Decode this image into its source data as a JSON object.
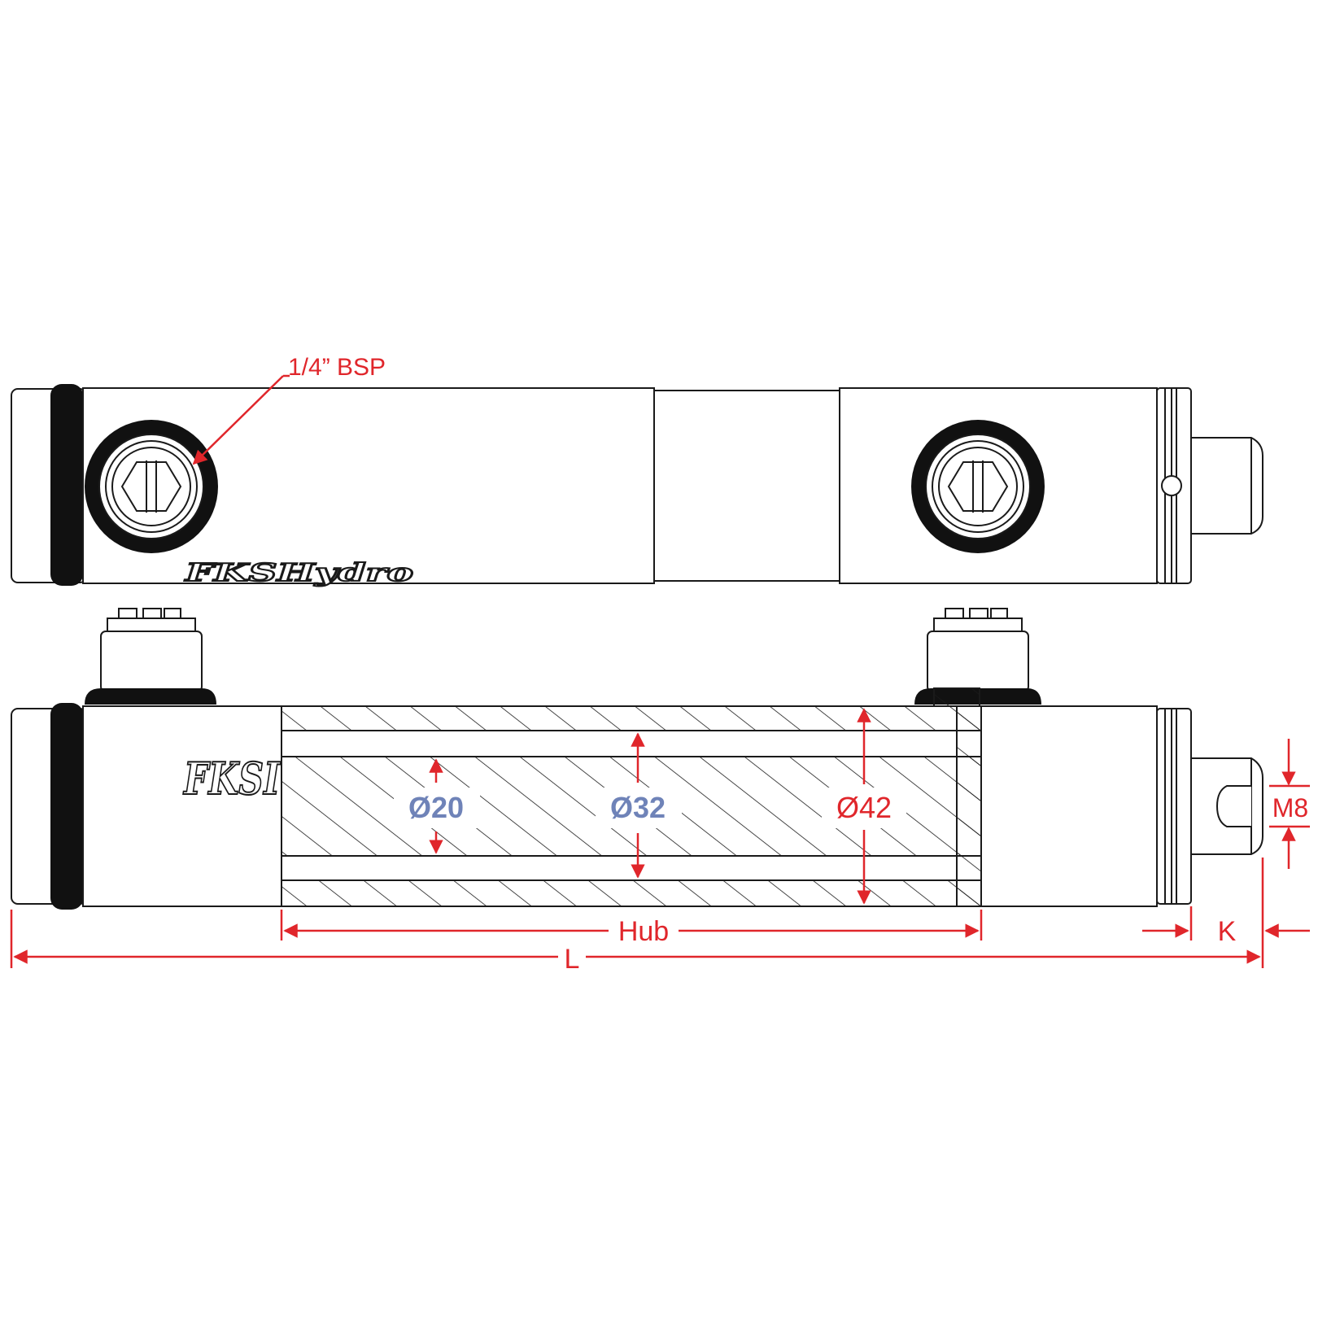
{
  "annotations": {
    "port": "1/4” BSP",
    "bore_rod": "Ø20",
    "bore_piston": "Ø32",
    "outer_diameter": "Ø42",
    "stroke": "Hub",
    "length": "L",
    "thread_length": "K",
    "thread": "M8"
  },
  "branding": {
    "logo_top": "FKSHydro",
    "logo_side": "FKSI"
  },
  "colors": {
    "dimension": "#e0262b",
    "inner_dimension": "#6f83b8",
    "line": "#1a1a1a",
    "seal": "#111111"
  }
}
